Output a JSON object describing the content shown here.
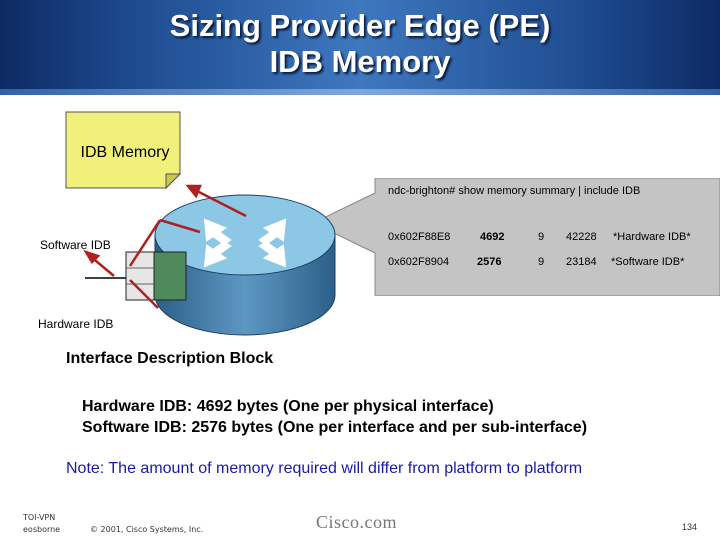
{
  "title": {
    "line1": "Sizing Provider Edge (PE)",
    "line2": "IDB Memory"
  },
  "note_box": {
    "label": "IDB Memory"
  },
  "command": {
    "prompt": "ndc-brighton#",
    "text": "show memory summary | include IDB"
  },
  "rows": [
    {
      "address": "0x602F88E8",
      "size": "4692",
      "count": "9",
      "total": "42228",
      "name": "*Hardware IDB*"
    },
    {
      "address": "0x602F8904",
      "size": "2576",
      "count": "9",
      "total": "23184",
      "name": "*Software IDB*"
    }
  ],
  "labels": {
    "software_idb": "Software IDB",
    "hardware_idb": "Hardware IDB"
  },
  "section_heading": "Interface Description Block",
  "definitions": [
    "Hardware IDB:  4692 bytes (One per physical interface)",
    "Software IDB:  2576 bytes (One per interface and per sub-interface)"
  ],
  "note": "Note: The amount of memory required will differ from platform to platform",
  "footer": {
    "course": "TOI-VPN",
    "author": "eosborne",
    "copyright": "© 2001, Cisco Systems, Inc.",
    "brand": "Cisco.com",
    "page": "134"
  },
  "colors": {
    "header": "#1d4a8f",
    "note_box": "#f0f07a",
    "router": "#8cc8e6",
    "note_text": "#1a1aa8",
    "arrow": "#b02020"
  }
}
